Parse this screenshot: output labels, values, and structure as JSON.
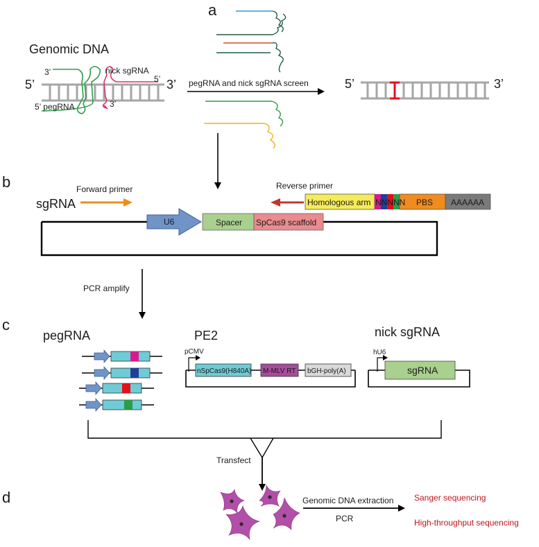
{
  "panels": {
    "a": "a",
    "b": "b",
    "c": "c",
    "d": "d"
  },
  "panel_a": {
    "genomic_dna": "Genomic DNA",
    "five_prime_left": "5’",
    "three_prime_left": "3’",
    "five_prime_right": "5’",
    "three_prime_right": "3’",
    "peg_3": "3’",
    "peg_label": "5’ pegRNA",
    "nick_label": "nick sgRNA",
    "nick_5": "5’",
    "nick_3": "3’",
    "screen_label": "pegRNA and nick sgRNA  screen"
  },
  "panel_b": {
    "sgrna": "sgRNA",
    "forward_primer": "Forward primer",
    "reverse_primer": "Reverse primer",
    "u6": "U6",
    "spacer": "Spacer",
    "scaffold": "SpCas9 scaffold",
    "homologous_arm": "Homologous arm",
    "nnnnn": "NNNNN",
    "pbs": "PBS",
    "polya": "AAAAAA",
    "pcr_amplify": "PCR amplify"
  },
  "panel_c": {
    "pegrna": "pegRNA",
    "pe2": "PE2",
    "pcmv": "pCMV",
    "nspcas9": "nSpCas9(H840A)",
    "mmlv": "M-MLV RT",
    "bgh": "bGH-poly(A)",
    "nick_sgrna": "nick sgRNA",
    "hu6": "hU6",
    "sgrna_box": "sgRNA",
    "transfect": "Transfect"
  },
  "panel_d": {
    "extraction": "Genomic DNA extraction",
    "pcr": "PCR",
    "sanger": "Sanger sequencing",
    "hts": "High-throughput sequencing"
  },
  "colors": {
    "dna": "#a6a6a6",
    "peg_green": "#2e9b48",
    "nick_pink": "#d9336e",
    "edit_red": "#e3101a",
    "u6_blue": "#7094c8",
    "spacer_green": "#a9d08e",
    "scaffold_pink": "#e98b8f",
    "homologous_yellow": "#f5ec5a",
    "pbs_orange": "#f08c1e",
    "polya_gray": "#7a7a7a",
    "forward_orange": "#f08c1e",
    "reverse_red": "#c0392b",
    "cassette_cyan": "#6fcbd6",
    "mmlv_purple": "#a64d9c",
    "bgh_gray": "#d9d9d9",
    "sgrna_green": "#a9d08e",
    "cell_purple": "#b24fa8",
    "sequencing_red": "#c0141b"
  }
}
